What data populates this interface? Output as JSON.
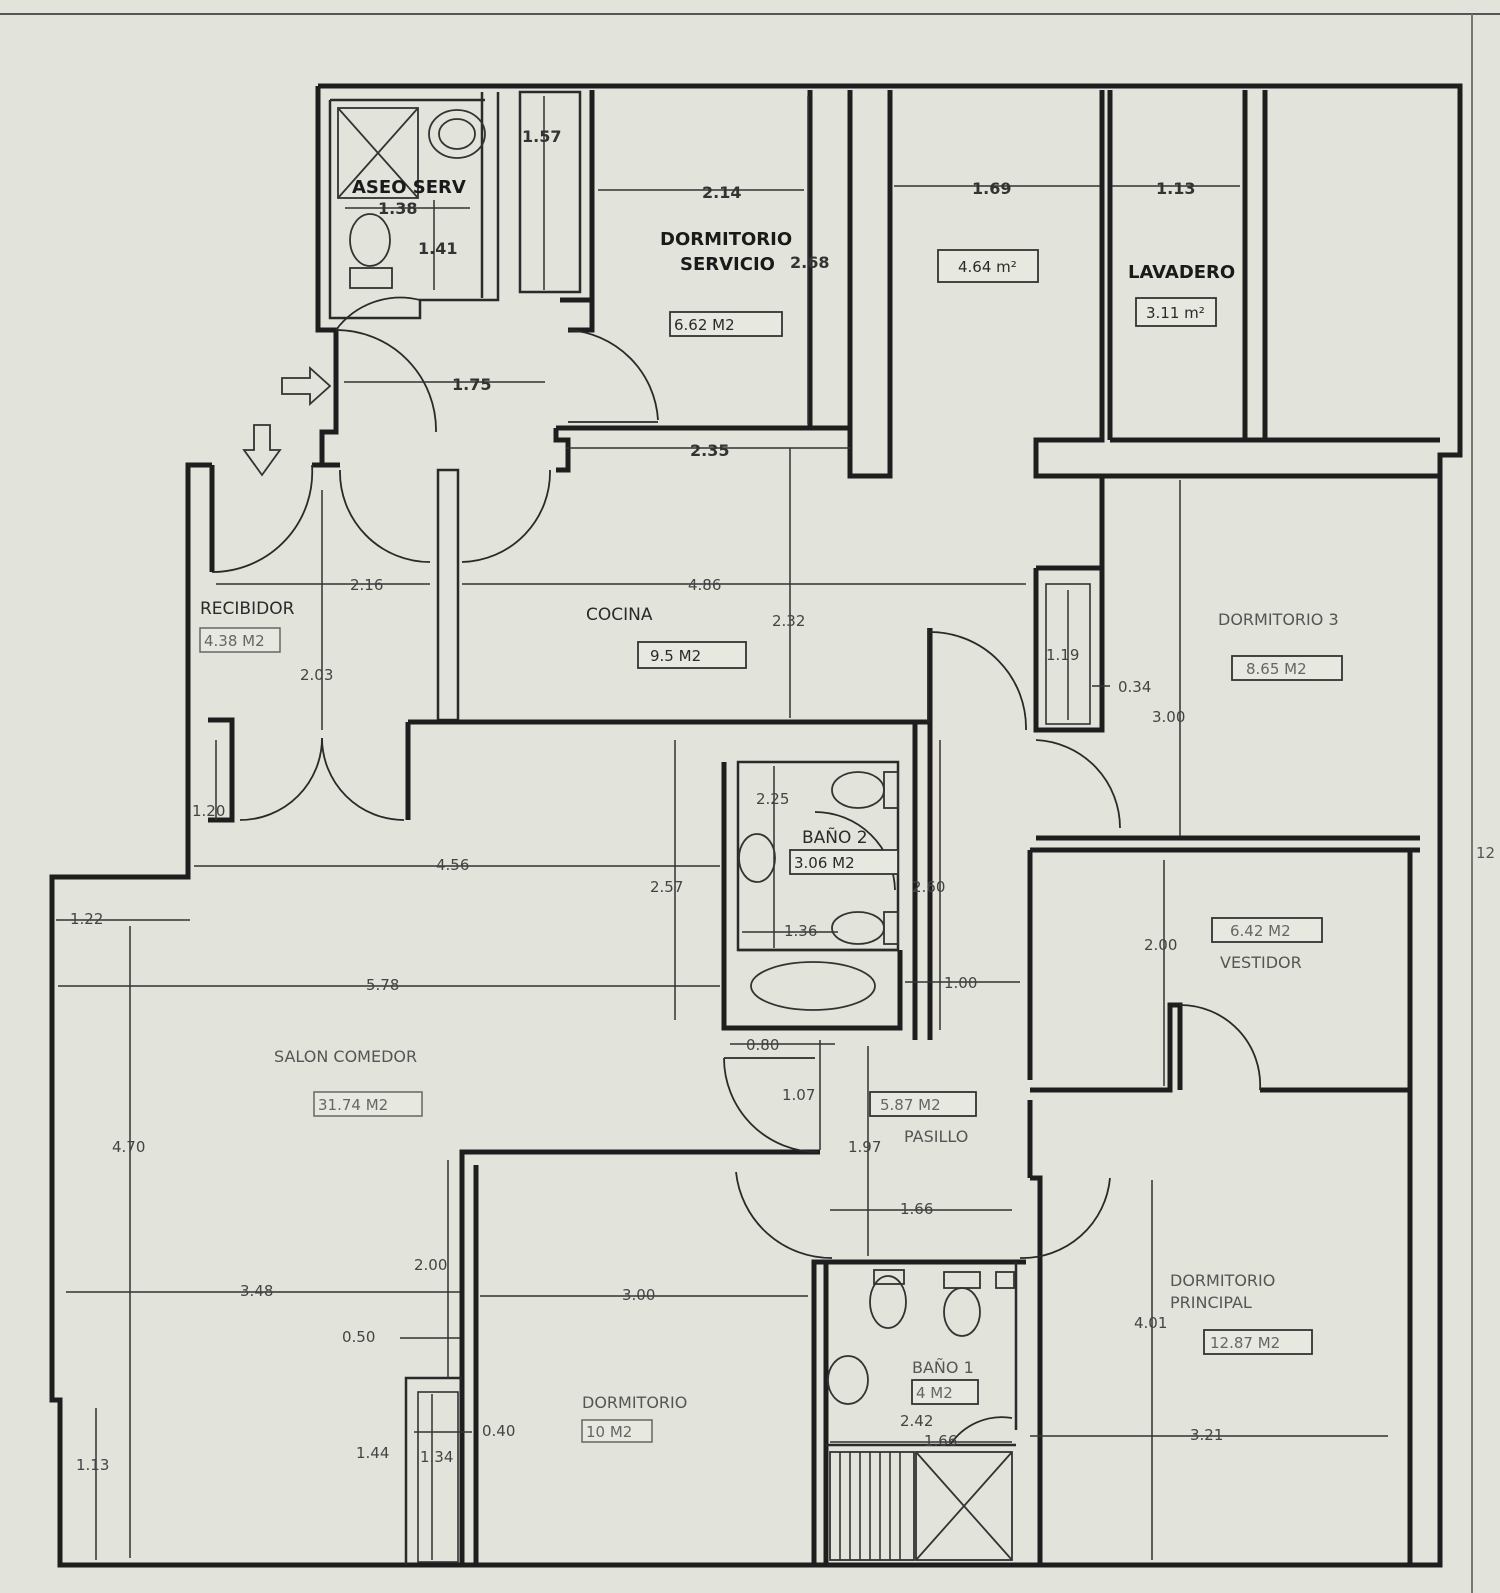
{
  "rooms": {
    "aseo_serv": "ASEO SERV",
    "dormitorio_servicio_1": "DORMITORIO",
    "dormitorio_servicio_2": "SERVICIO",
    "lavadero": "LAVADERO",
    "recibidor": "RECIBIDOR",
    "cocina": "COCINA",
    "dormitorio_3": "DORMITORIO 3",
    "bano_2": "BAÑO 2",
    "vestidor": "VESTIDOR",
    "salon_comedor": "SALON COMEDOR",
    "pasillo": "PASILLO",
    "dormitorio_principal_1": "DORMITORIO",
    "dormitorio_principal_2": "PRINCIPAL",
    "bano_1": "BAÑO 1",
    "dormitorio": "DORMITORIO"
  },
  "areas": {
    "dormitorio_servicio": "6.62  M2",
    "unnamed_room": "4.64 m²",
    "lavadero": "3.11 m²",
    "recibidor": "4.38 M2",
    "cocina": "9.5 M2",
    "dormitorio_3": "8.65 M2",
    "bano_2": "3.06 M2",
    "vestidor": "6.42 M2",
    "salon_comedor": "31.74 M2",
    "pasillo": "5.87 M2",
    "dormitorio_principal": "12.87 M2",
    "bano_1": "4 M2",
    "dormitorio": "10 M2"
  },
  "dimensions": {
    "d_1_57": "1.57",
    "d_2_14": "2.14",
    "d_1_69": "1.69",
    "d_1_13_top": "1.13",
    "d_1_38": "1.38",
    "d_1_41": "1.41",
    "d_2_68": "2.68",
    "d_1_75": "1.75",
    "d_2_35": "2.35",
    "d_2_16": "2.16",
    "d_4_86": "4.86",
    "d_2_32": "2.32",
    "d_2_03": "2.03",
    "d_1_19": "1.19",
    "d_0_34": "0.34",
    "d_3_00_right": "3.00",
    "d_2_25": "2.25",
    "d_1_20": "1.20",
    "d_4_56": "4.56",
    "d_2_57": "2.57",
    "d_2_60": "2.60",
    "d_1_22": "1.22",
    "d_1_36": "1.36",
    "d_2_00_right": "2.00",
    "d_5_78": "5.78",
    "d_1_00": "1.00",
    "d_0_80": "0.80",
    "d_1_07": "1.07",
    "d_1_97": "1.97",
    "d_4_70": "4.70",
    "d_1_66_mid": "1.66",
    "d_2_00_left": "2.00",
    "d_3_48": "3.48",
    "d_3_00_mid": "3.00",
    "d_0_50": "0.50",
    "d_4_01": "4.01",
    "d_0_40": "0.40",
    "d_1_44": "1.44",
    "d_1_34": "1.34",
    "d_2_42": "2.42",
    "d_1_66_bottom": "1.66",
    "d_3_21": "3.21",
    "d_1_13_bottom": "1.13"
  },
  "margin_label": "12"
}
